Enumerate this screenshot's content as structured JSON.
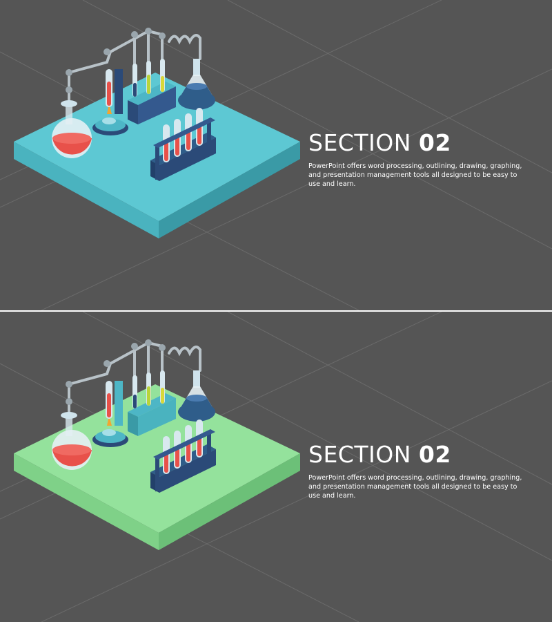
{
  "slides": [
    {
      "title_text": "SECTION ",
      "title_number": "02",
      "body": "PowerPoint offers word processing, outlining, drawing, graphing, and presentation management tools all designed to be easy to use and learn.",
      "platform_colors": {
        "top": "#5dc8d3",
        "left": "#4ab3bf",
        "right": "#3a9aa6"
      }
    },
    {
      "title_text": "SECTION ",
      "title_number": "02",
      "body": "PowerPoint offers word processing, outlining, drawing, graphing, and presentation management tools all designed to be easy to use and learn.",
      "platform_colors": {
        "top": "#94e29c",
        "left": "#7fd188",
        "right": "#6cc078"
      }
    }
  ],
  "colors": {
    "background": "#555555",
    "grid_line": "#6a6a6a",
    "liquid_red": "#e8514a",
    "liquid_yellow": "#d8d83a",
    "rack_navy": "#2b4a78",
    "flask_blue": "#2f5d8a",
    "glass": "#c9dde8",
    "pipe_gray": "#b8c2c8"
  }
}
